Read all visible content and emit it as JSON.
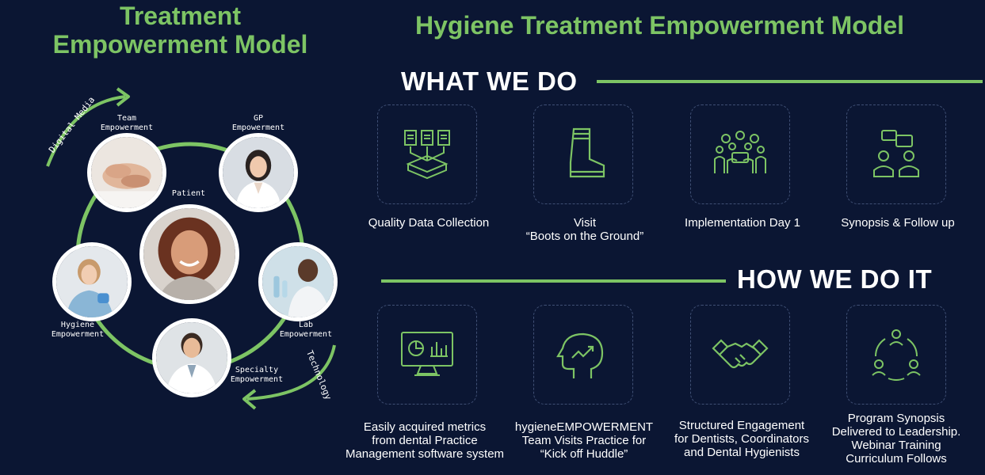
{
  "left_title": [
    "Treatment",
    "Empowerment Model"
  ],
  "main_title": "Hygiene Treatment Empowerment Model",
  "diagram": {
    "curve_top_label": "Digital Media",
    "curve_bottom_label": "Technology",
    "center_label": "Patient",
    "nodes": {
      "team": [
        "Team",
        "Empowerment"
      ],
      "gp": [
        "GP",
        "Empowerment"
      ],
      "hygiene": [
        "Hygiene",
        "Empowerment"
      ],
      "lab": [
        "Lab",
        "Empowerment"
      ],
      "specialty": [
        "Specialty",
        "Empowerment"
      ]
    }
  },
  "what_we_do": {
    "heading": "WHAT WE DO",
    "items": [
      {
        "icon": "documents-tray-icon",
        "lines": [
          "Quality Data Collection"
        ]
      },
      {
        "icon": "boot-icon",
        "lines": [
          "Visit",
          "“Boots on the Ground”"
        ]
      },
      {
        "icon": "team-meeting-icon",
        "lines": [
          "Implementation Day 1"
        ]
      },
      {
        "icon": "discussion-icon",
        "lines": [
          "Synopsis & Follow up"
        ]
      }
    ]
  },
  "how_we_do_it": {
    "heading": "HOW WE DO IT",
    "items": [
      {
        "icon": "monitor-metrics-icon",
        "lines": [
          "Easily acquired metrics",
          "from dental Practice",
          "Management software system"
        ]
      },
      {
        "icon": "head-growth-icon",
        "lines": [
          "hygieneEMPOWERMENT",
          "Team Visits Practice for",
          "“Kick off Huddle”"
        ]
      },
      {
        "icon": "handshake-icon",
        "lines": [
          "Structured Engagement",
          "for Dentists, Coordinators",
          "and  Dental Hygienists"
        ]
      },
      {
        "icon": "cycle-people-icon",
        "lines": [
          "Program Synopsis",
          "Delivered to Leadership.",
          "Webinar Training",
          "Curriculum Follows"
        ]
      }
    ]
  },
  "colors": {
    "background": "#0b1633",
    "accent": "#7dc464",
    "card_border": "#3f4f74"
  }
}
